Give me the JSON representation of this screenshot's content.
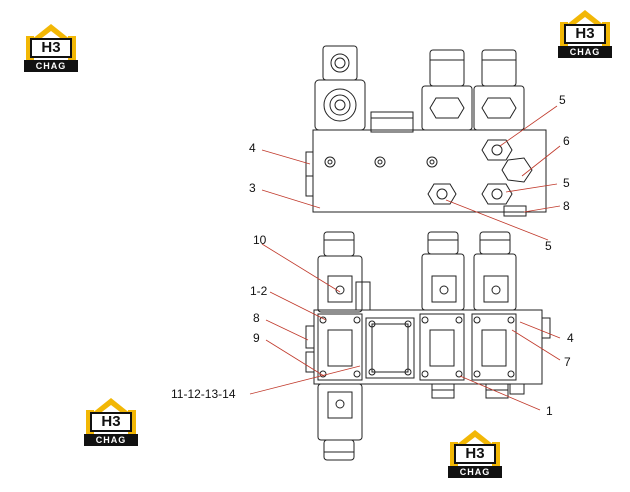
{
  "logos": [
    {
      "brand": "H3",
      "sub": "CHAG"
    },
    {
      "brand": "H3",
      "sub": "CHAG"
    },
    {
      "brand": "H3",
      "sub": "CHAG"
    },
    {
      "brand": "H3",
      "sub": "CHAG"
    }
  ],
  "callouts": {
    "top_5a": "5",
    "top_4": "4",
    "top_6": "6",
    "top_3": "3",
    "top_5b": "5",
    "top_8": "8",
    "top_5c": "5",
    "bot_10": "10",
    "bot_1_2": "1-2",
    "bot_8": "8",
    "bot_9": "9",
    "bot_4": "4",
    "bot_7": "7",
    "bot_11_14": "11-12-13-14",
    "bot_1": "1"
  },
  "colors": {
    "logo_yellow": "#f2b705",
    "line": "#222222",
    "leader": "#c0392b"
  }
}
